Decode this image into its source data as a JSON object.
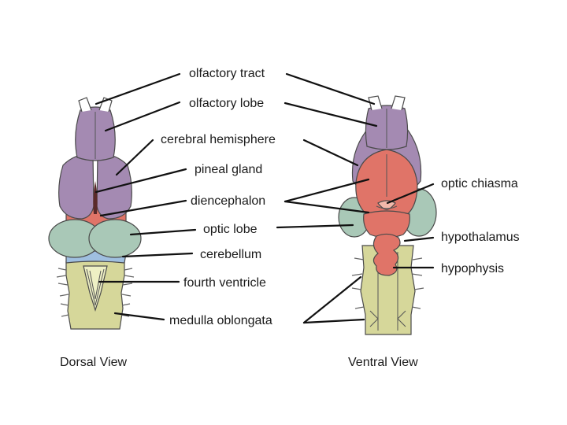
{
  "labels": {
    "olfactory_tract": "olfactory tract",
    "olfactory_lobe": "olfactory lobe",
    "cerebral_hemisphere": "cerebral hemisphere",
    "pineal_gland": "pineal gland",
    "diencephalon": "diencephalon",
    "optic_lobe": "optic lobe",
    "cerebellum": "cerebellum",
    "fourth_ventricle": "fourth ventricle",
    "medulla_oblongata": "medulla oblongata",
    "optic_chiasma": "optic chiasma",
    "hypothalamus": "hypothalamus",
    "hypophysis": "hypophysis"
  },
  "captions": {
    "dorsal": "Dorsal View",
    "ventral": "Ventral View"
  },
  "colors": {
    "cerebrum_purple": "#a48ab2",
    "diencephalon_red": "#e07468",
    "optic_lobe_green": "#a9c8b7",
    "cerebellum_blue": "#9fbfe0",
    "medulla_yellow": "#d6d79a"
  }
}
